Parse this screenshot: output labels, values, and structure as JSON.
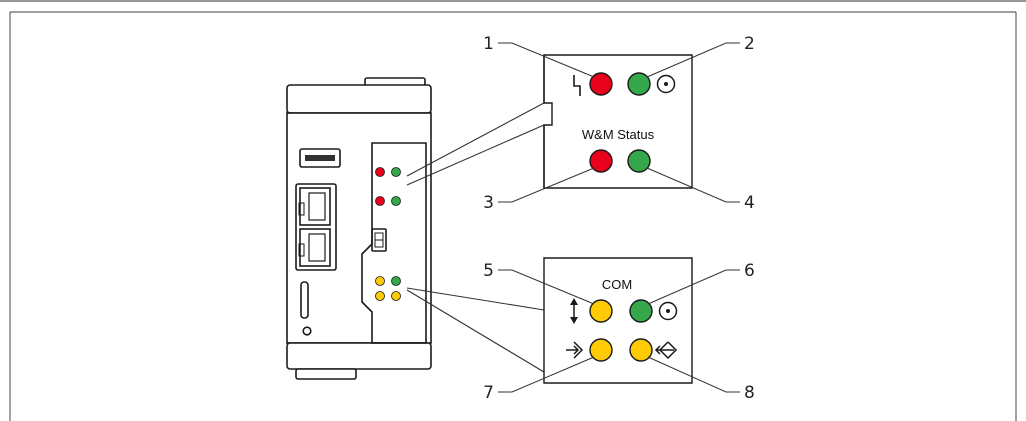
{
  "colors": {
    "red": "#e8001c",
    "green": "#34a84a",
    "yellow": "#ffcb05",
    "outline": "#1a1a1a",
    "frame": "#555555"
  },
  "callouts": [
    "1",
    "2",
    "3",
    "4",
    "5",
    "6",
    "7",
    "8"
  ],
  "panel_top": {
    "status_label": "W&M Status",
    "icons": [
      "fault-icon",
      "power-icon"
    ]
  },
  "panel_bottom": {
    "com_label": "COM",
    "icons": [
      "bidirectional-arrow-icon",
      "power-icon",
      "receive-icon",
      "transmit-icon"
    ]
  }
}
